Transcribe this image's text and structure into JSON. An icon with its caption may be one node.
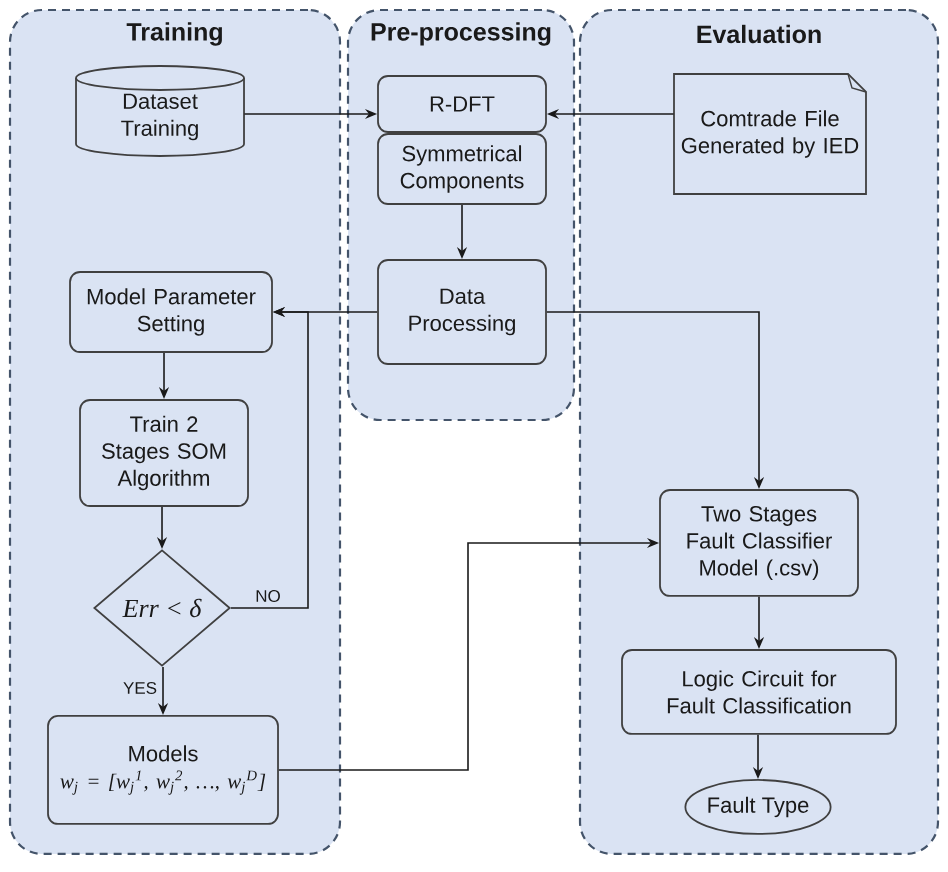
{
  "diagram": {
    "nodes": [
      {
        "text": [
          "Training"
        ]
      },
      {
        "text": [
          "Pre-processing"
        ]
      },
      {
        "text": [
          "Evaluation"
        ]
      },
      {
        "text": [
          "Dataset Training"
        ],
        "in": 0
      },
      {
        "text": [
          "R-DFT"
        ],
        "in": 1
      },
      {
        "text": [
          "Symmetrical Components"
        ],
        "in": 1
      },
      {
        "text": [
          "Data Processing"
        ],
        "in": 1
      },
      {
        "text": [
          "Comtrade File Generated by IED"
        ],
        "in": 2
      },
      {
        "text": [
          "Model Parameter Setting"
        ],
        "in": 0
      },
      {
        "text": [
          "Train 2 Stages SOM Algorithm"
        ],
        "in": 0
      },
      {
        "text": [
          "Err < δ"
        ],
        "in": 0
      },
      {
        "text": [
          "Models",
          "w$_{j}$ = [w$_{j}$$^{1}$, w$_{j}$$^{2}$, …, w$_{j}$$^{D}$]"
        ],
        "in": 0
      },
      {
        "text": [
          "Two Stages Fault Classifier Model (.csv)"
        ],
        "in": 2
      },
      {
        "text": [
          "Logic Circuit for Fault Classification"
        ],
        "in": 2
      },
      {
        "text": [
          "Fault Type"
        ],
        "in": 2
      }
    ],
    "edges": [
      {
        "from": 3,
        "to": 4,
        "arrow": "to"
      },
      {
        "from": 7,
        "to": 4,
        "arrow": "to"
      },
      {
        "from": 5,
        "to": 6,
        "arrow": "to"
      },
      {
        "from": 6,
        "to": 8,
        "arrow": "to"
      },
      {
        "from": 6,
        "to": 12,
        "arrow": "to"
      },
      {
        "from": 8,
        "to": 9,
        "arrow": "to"
      },
      {
        "from": 9,
        "to": 10,
        "arrow": "to"
      },
      {
        "from": 10,
        "to": 8,
        "arrow": "to",
        "label": "NO"
      },
      {
        "from": 10,
        "to": 11,
        "arrow": "to",
        "label": "YES"
      },
      {
        "from": 11,
        "to": 12,
        "arrow": "to"
      },
      {
        "from": 12,
        "to": 13,
        "arrow": "to"
      },
      {
        "from": 13,
        "to": 14,
        "arrow": "to"
      }
    ]
  }
}
